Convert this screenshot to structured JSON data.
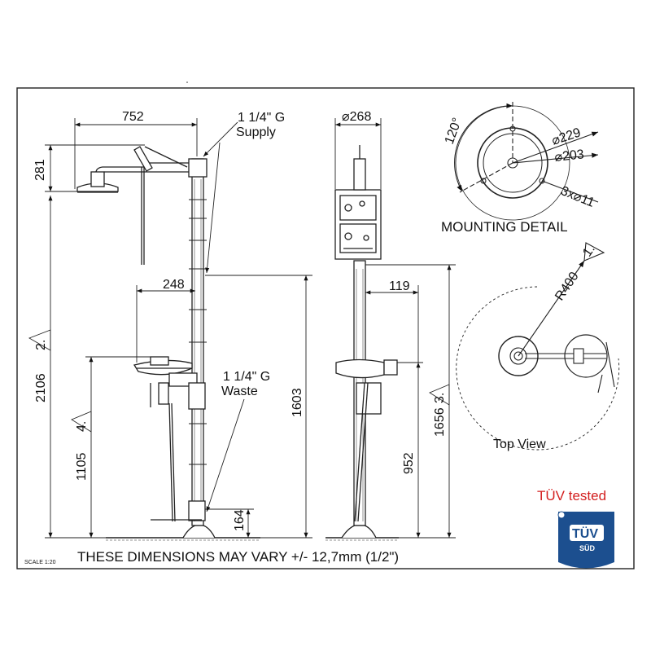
{
  "dimensions": {
    "shower_reach": "752",
    "shower_head_height": "281",
    "supply_label_1": "1 1/4\" G",
    "supply_label_2": "Supply",
    "bowl_reach": "248",
    "waste_label_1": "1 1/4\" G",
    "waste_label_2": "Waste",
    "total_height": "2106",
    "total_height_tag": "2.",
    "bowl_height": "1105",
    "bowl_height_tag": "4.",
    "pipe_height": "1603",
    "waste_height": "164",
    "head_diameter": "268",
    "side_bowl_offset": "119",
    "side_height": "1656",
    "side_height_tag": "3.",
    "side_bowl_height": "952"
  },
  "mounting": {
    "angle": "120°",
    "d_outer": "229",
    "d_inner": "203",
    "holes": "3x",
    "hole_d": "11",
    "title": "MOUNTING DETAIL"
  },
  "top_view": {
    "radius": "R400",
    "radius_tag": "1.",
    "title": "Top View"
  },
  "notes": {
    "tolerance": "THESE DIMENSIONS MAY VARY +/- 12,7mm (1/2\")",
    "scale": "SCALE 1:20",
    "tuv": "TÜV tested"
  },
  "badge": {
    "brand": "TÜV",
    "sub": "SÜD",
    "color": "#1c4f8f"
  }
}
